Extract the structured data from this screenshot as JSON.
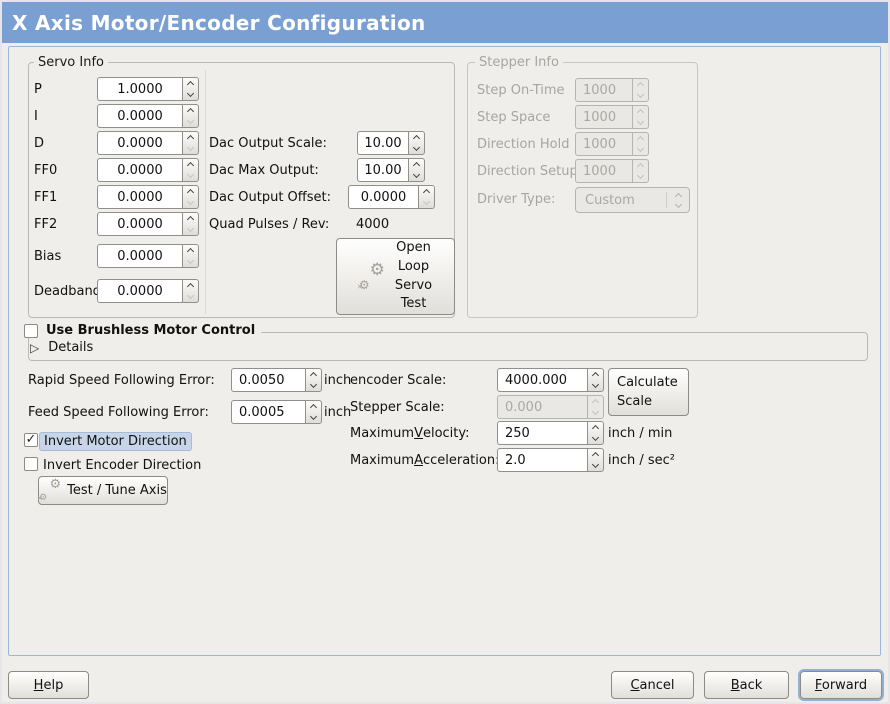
{
  "title": "X Axis Motor/Encoder Configuration",
  "servo": {
    "frame_title": "Servo Info",
    "fields": [
      {
        "label": "P",
        "value": "1.0000"
      },
      {
        "label": "I",
        "value": "0.0000"
      },
      {
        "label": "D",
        "value": "0.0000"
      },
      {
        "label": "FF0",
        "value": "0.0000"
      },
      {
        "label": "FF1",
        "value": "0.0000"
      },
      {
        "label": "FF2",
        "value": "0.0000"
      },
      {
        "label": "Bias",
        "value": "0.0000"
      },
      {
        "label": "Deadband",
        "value": "0.0000"
      }
    ],
    "dac_fields": [
      {
        "label": "Dac Output Scale:",
        "value": "10.00"
      },
      {
        "label": "Dac Max Output:",
        "value": "10.00"
      },
      {
        "label": "Dac Output Offset:",
        "value": "0.0000"
      }
    ],
    "quad_label": "Quad Pulses / Rev:",
    "quad_value": "4000",
    "open_loop_button": "Open\nLoop\nServo\nTest"
  },
  "stepper": {
    "frame_title": "Stepper Info",
    "fields": [
      {
        "label": "Step On-Time",
        "value": "1000"
      },
      {
        "label": "Step Space",
        "value": "1000"
      },
      {
        "label": "Direction Hold",
        "value": "1000"
      },
      {
        "label": "Direction Setup",
        "value": "1000"
      }
    ],
    "driver_label": "Driver Type:",
    "driver_value": "Custom"
  },
  "brushless": {
    "checkbox_label": "Use Brushless Motor Control",
    "checkbox_state": "",
    "details_label": "Details",
    "expander_icon": "▷"
  },
  "following": [
    {
      "label": "Rapid Speed Following Error:",
      "value": "0.0050",
      "unit": "inch"
    },
    {
      "label": "Feed Speed Following Error:",
      "value": "0.0005",
      "unit": "inch"
    }
  ],
  "scales": {
    "encoder_label": "encoder Scale:",
    "encoder_value": "4000.000",
    "calculate_label": "Calculate Scale",
    "stepper_label": "Stepper Scale:",
    "stepper_value": "0.000",
    "velocity": {
      "pre": "Maximum ",
      "mn": "V",
      "post": "elocity:",
      "value": "250",
      "unit": "inch / min"
    },
    "accel": {
      "pre": "Maximum ",
      "mn": "A",
      "post": "cceleration:",
      "value": "2.0",
      "unit": "inch / sec²"
    }
  },
  "inverts": {
    "motor": {
      "label": "Invert Motor Direction",
      "check": "✓"
    },
    "encoder": {
      "label": "Invert Encoder Direction",
      "check": ""
    }
  },
  "test_tune_label": "Test / Tune Axis",
  "icons": {
    "gear": "⚙",
    "x": "✕"
  },
  "nav": {
    "help": {
      "mn": "H",
      "post": "elp"
    },
    "cancel": {
      "mn": "C",
      "post": "ancel"
    },
    "back": {
      "mn": "B",
      "post": "ack"
    },
    "forward": {
      "mn": "F",
      "post": "orward"
    }
  },
  "colors": {
    "titlebar": "#7AA0D3",
    "panel_border": "#9CB6D9",
    "highlight": "#C8D5E8"
  }
}
